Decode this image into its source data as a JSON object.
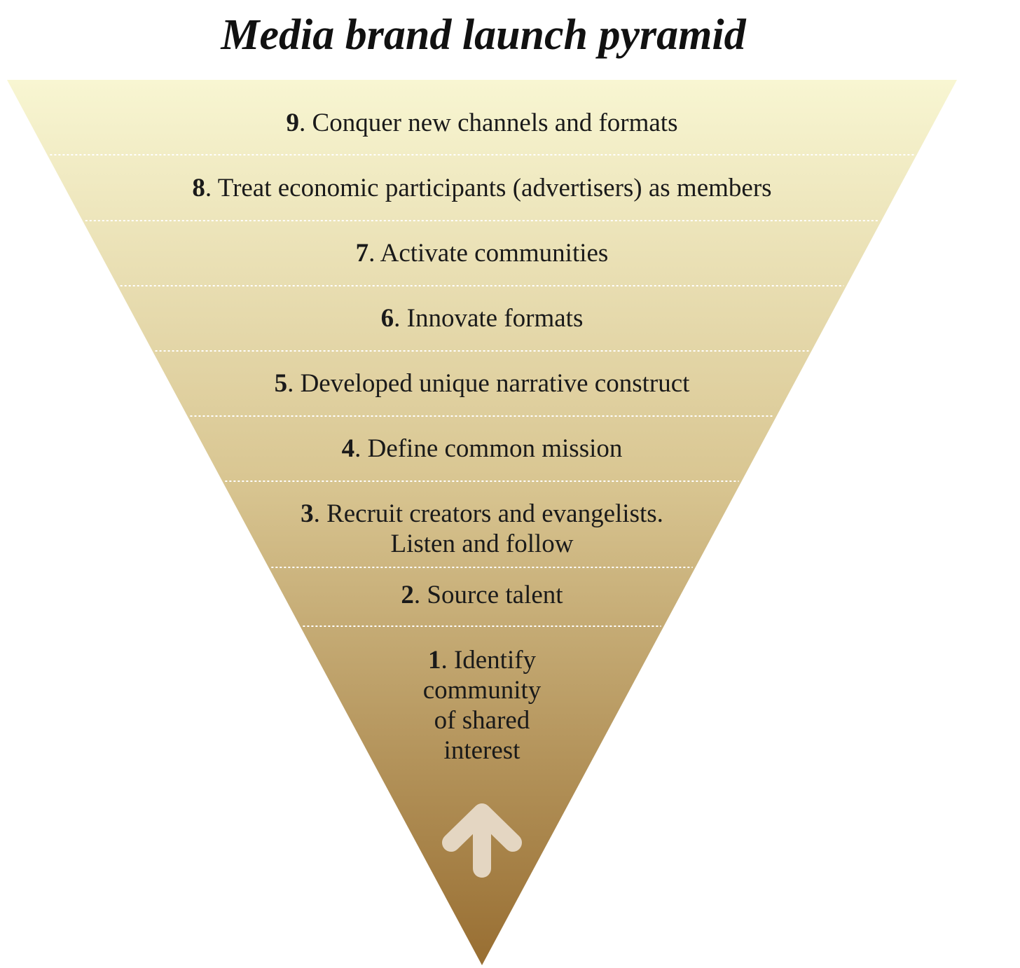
{
  "title": "Media brand launch pyramid",
  "colors": {
    "top": "#f8f6d2",
    "middle": "#d9c692",
    "bottom": "#986e32",
    "divider": "#ffffff",
    "arrow": "#e4d6c2",
    "text": "#1a1a1a"
  },
  "layers": [
    {
      "num": "9",
      "lines": [
        "Conquer new channels and formats"
      ]
    },
    {
      "num": "8",
      "lines": [
        "Treat economic participants (advertisers) as members"
      ]
    },
    {
      "num": "7",
      "lines": [
        "Activate communities"
      ]
    },
    {
      "num": "6",
      "lines": [
        "Innovate formats"
      ]
    },
    {
      "num": "5",
      "lines": [
        "Developed unique narrative construct"
      ]
    },
    {
      "num": "4",
      "lines": [
        "Define common mission"
      ]
    },
    {
      "num": "3",
      "lines": [
        "Recruit creators and evangelists.",
        "Listen and follow"
      ]
    },
    {
      "num": "2",
      "lines": [
        "Source talent"
      ]
    },
    {
      "num": "1",
      "lines": [
        "Identify",
        "community",
        "of shared",
        "interest"
      ]
    }
  ],
  "arrow_icon": "up-arrow-icon"
}
